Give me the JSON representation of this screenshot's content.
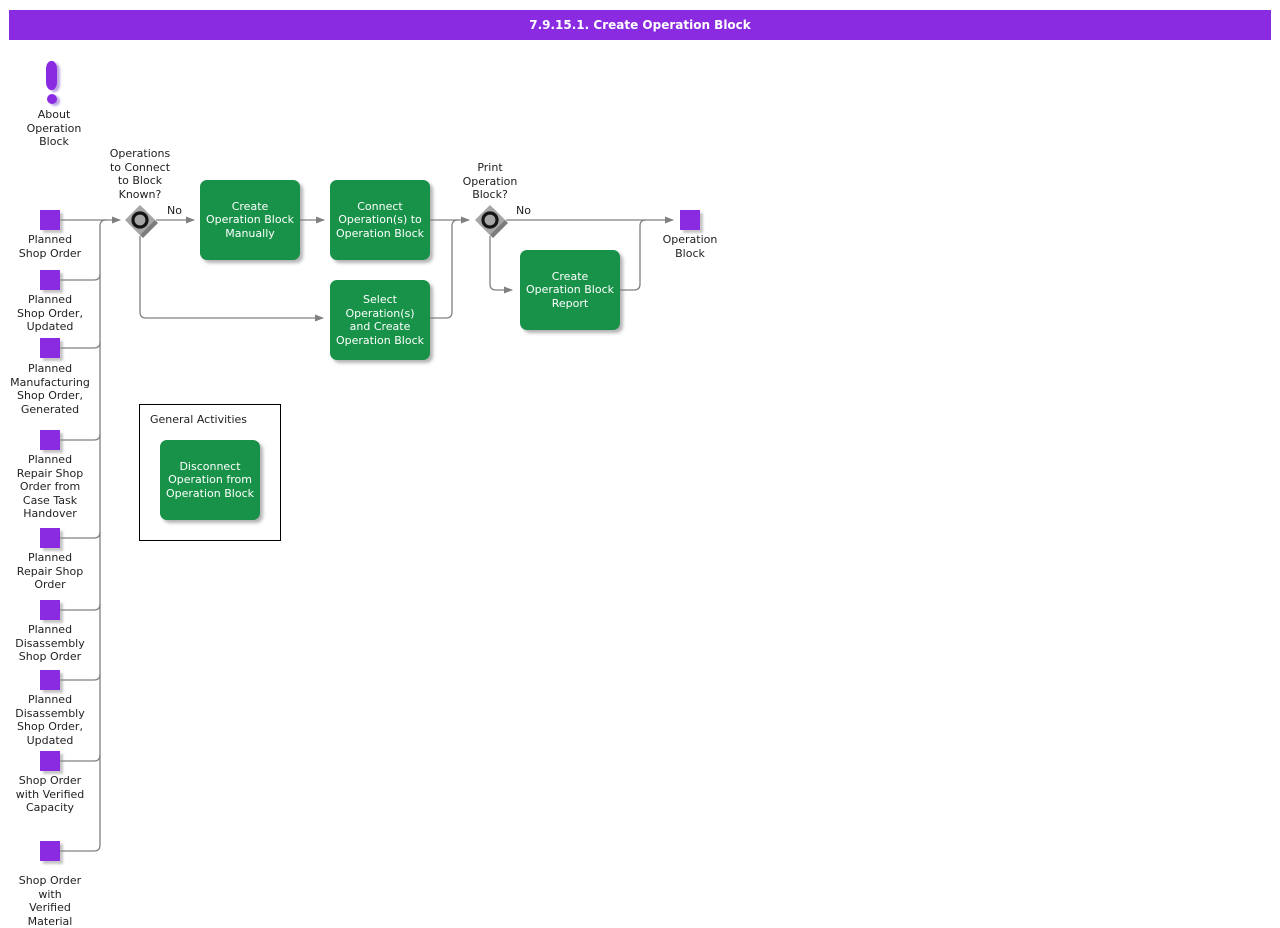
{
  "title_bar": {
    "label": "7.9.15.1. Create Operation Block"
  },
  "about": {
    "label": "About\nOperation\nBlock"
  },
  "inputs": [
    {
      "label": "Planned\nShop Order"
    },
    {
      "label": "Planned\nShop Order,\nUpdated"
    },
    {
      "label": "Planned\nManufacturing\nShop Order,\nGenerated"
    },
    {
      "label": "Planned\nRepair Shop\nOrder from\nCase Task\nHandover"
    },
    {
      "label": "Planned\nRepair Shop\nOrder"
    },
    {
      "label": "Planned\nDisassembly\nShop Order"
    },
    {
      "label": "Planned\nDisassembly\nShop Order,\nUpdated"
    },
    {
      "label": "Shop Order\nwith Verified\nCapacity"
    },
    {
      "label": "Shop Order\nwith\nVerified\nMaterial"
    }
  ],
  "decisions": [
    {
      "label": "Operations\nto Connect\nto Block\nKnown?",
      "branch_label": "No"
    },
    {
      "label": "Print\nOperation\nBlock?",
      "branch_label": "No"
    }
  ],
  "activities": [
    {
      "label": "Create\nOperation Block\nManually"
    },
    {
      "label": "Connect\nOperation(s) to\nOperation Block"
    },
    {
      "label": "Select\nOperation(s)\nand Create\nOperation Block"
    },
    {
      "label": "Create\nOperation Block\nReport"
    },
    {
      "label": "Disconnect\nOperation from\nOperation Block"
    }
  ],
  "general_activities": {
    "title": "General Activities"
  },
  "output": {
    "label": "Operation\nBlock"
  },
  "colors": {
    "purple": "#8A2BE2",
    "green": "#179248",
    "line": "#808080",
    "diamond": "#A6A6A6"
  }
}
